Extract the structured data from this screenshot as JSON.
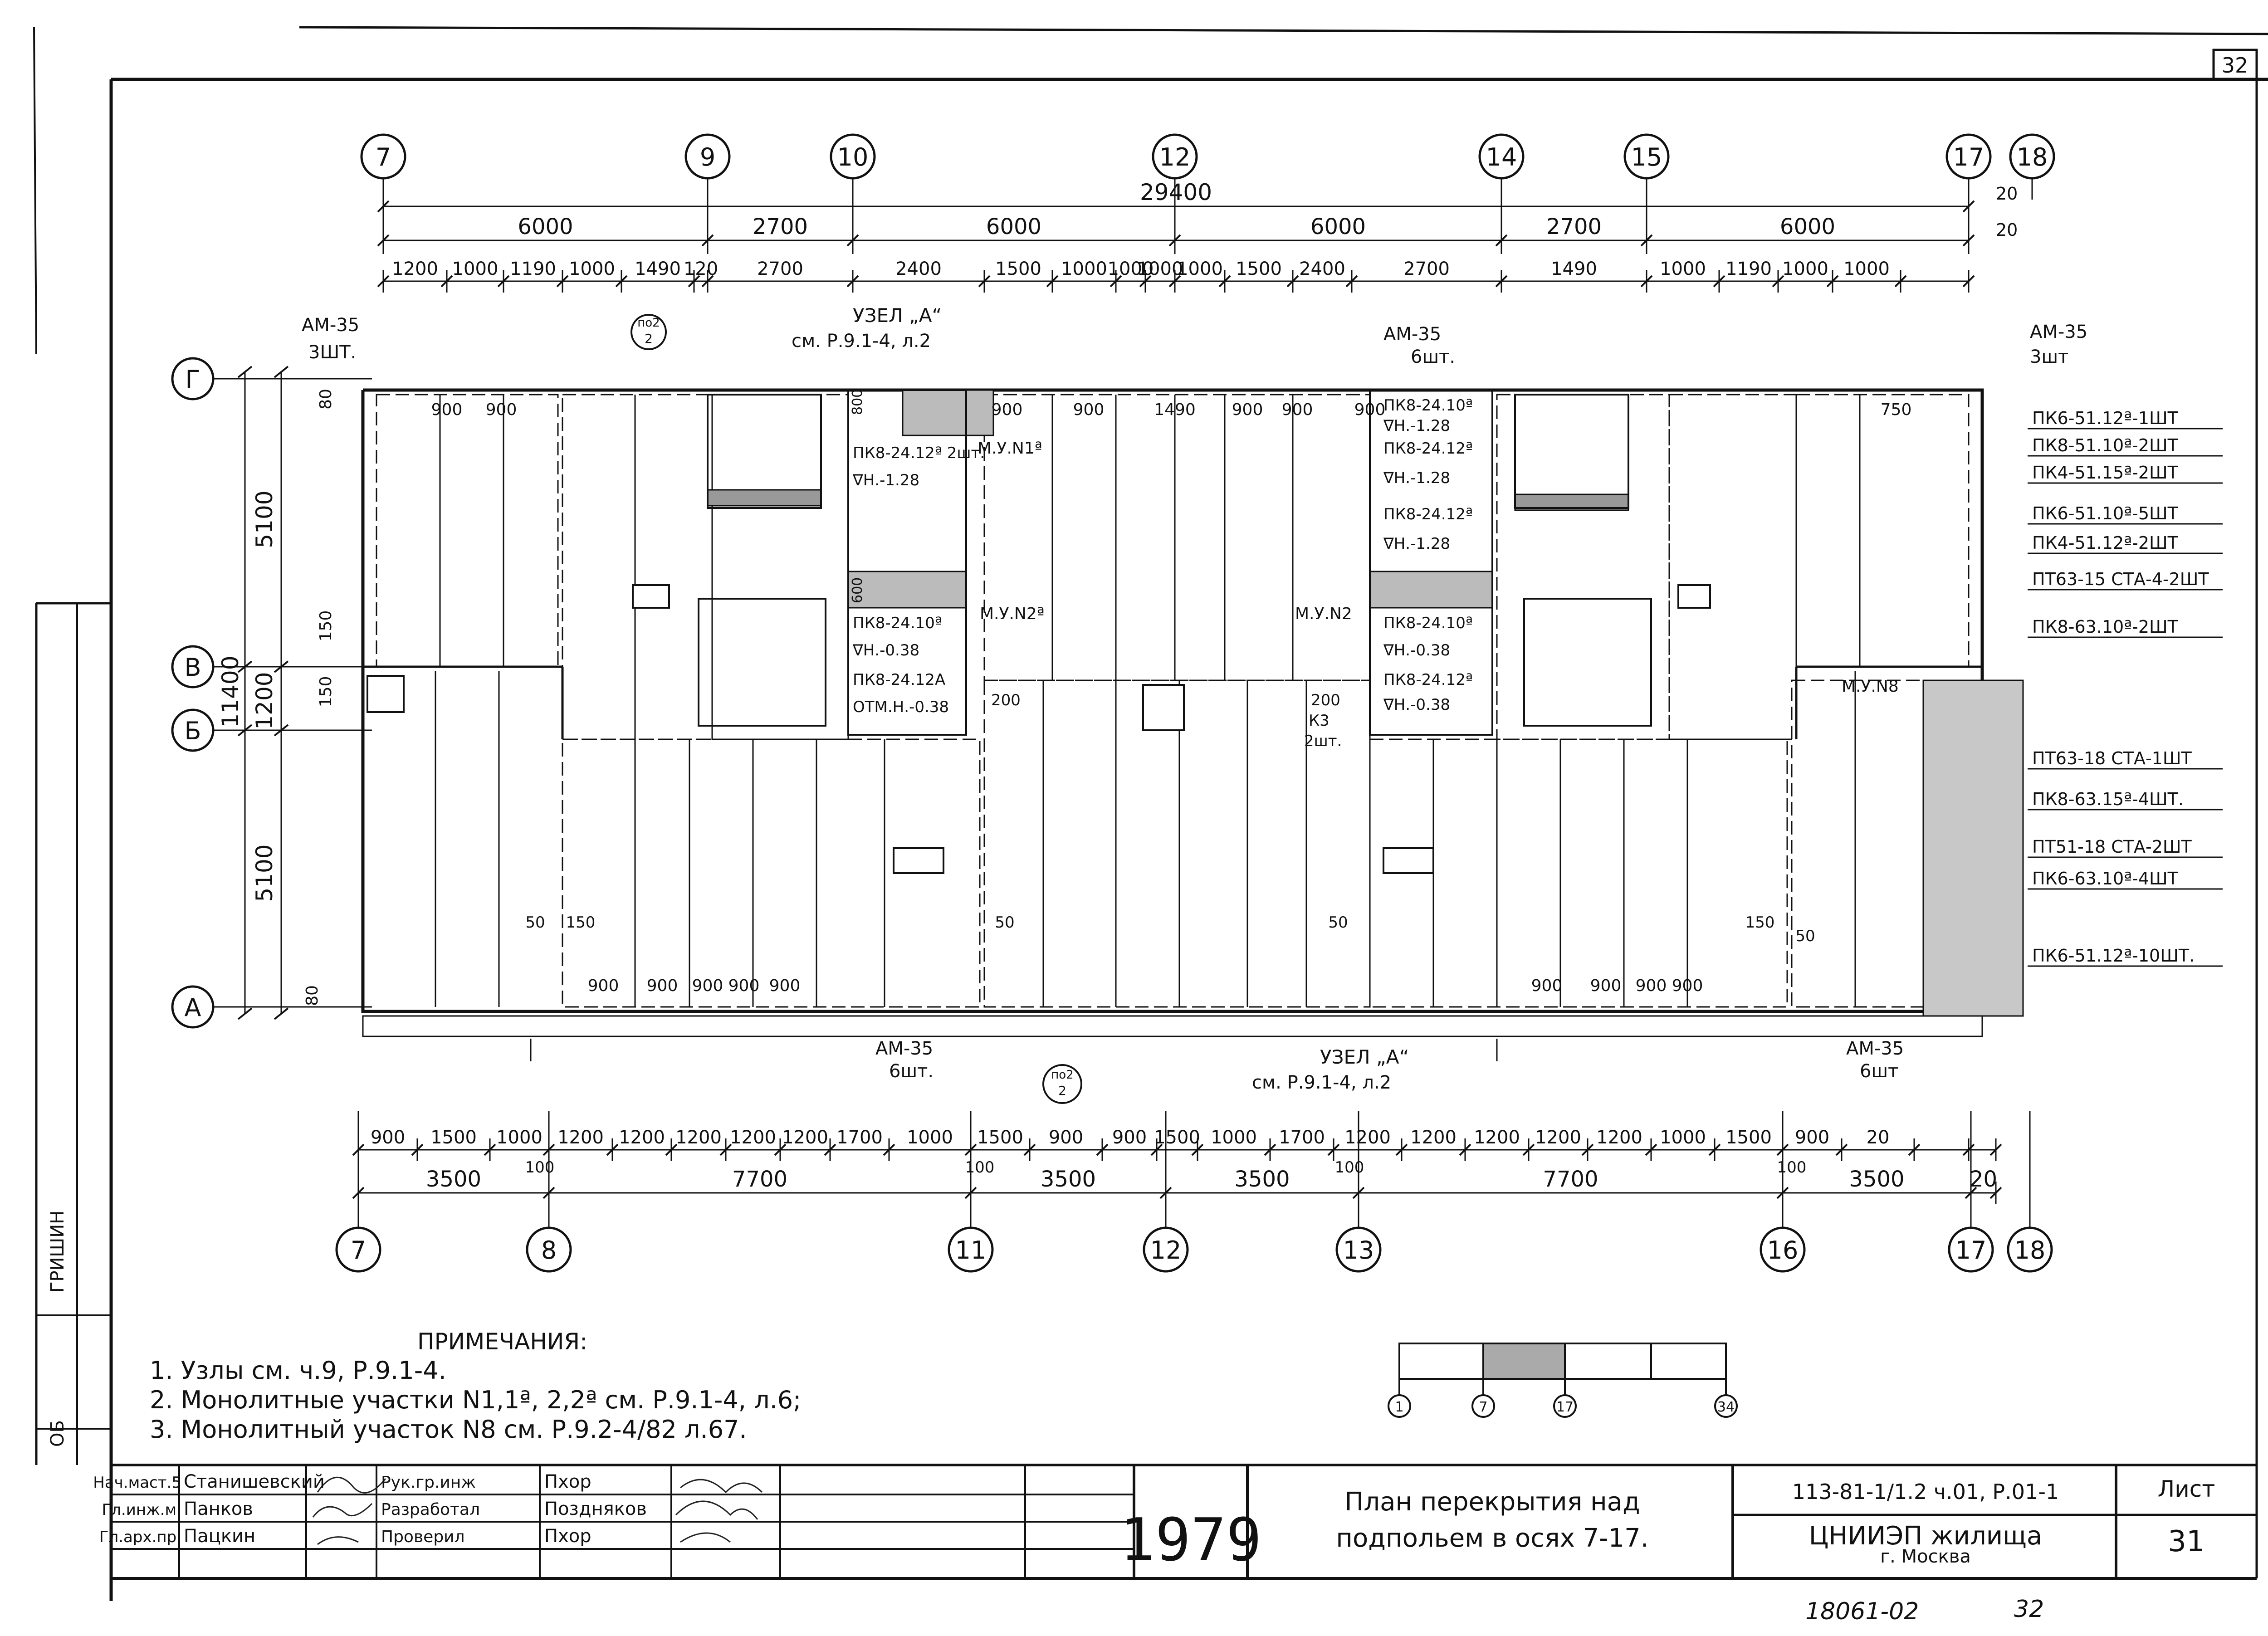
{
  "sheet_number_top": "32",
  "axes": {
    "top": [
      {
        "id": "7",
        "label": "7"
      },
      {
        "id": "9",
        "label": "9"
      },
      {
        "id": "10",
        "label": "10"
      },
      {
        "id": "12",
        "label": "12"
      },
      {
        "id": "14",
        "label": "14"
      },
      {
        "id": "15",
        "label": "15"
      },
      {
        "id": "17",
        "label": "17"
      },
      {
        "id": "18",
        "label": "18"
      }
    ],
    "bottom": [
      {
        "id": "7",
        "label": "7"
      },
      {
        "id": "8",
        "label": "8"
      },
      {
        "id": "11",
        "label": "11"
      },
      {
        "id": "12",
        "label": "12"
      },
      {
        "id": "13",
        "label": "13"
      },
      {
        "id": "16",
        "label": "16"
      },
      {
        "id": "17",
        "label": "17"
      },
      {
        "id": "18",
        "label": "18"
      }
    ],
    "rows": [
      {
        "id": "G",
        "label": "Г"
      },
      {
        "id": "V",
        "label": "В"
      },
      {
        "id": "B",
        "label": "Б"
      },
      {
        "id": "A",
        "label": "А"
      }
    ]
  },
  "dims": {
    "top_total": "29400",
    "top_row1": [
      "6000",
      "2700",
      "6000",
      "6000",
      "2700",
      "6000"
    ],
    "top_row2": [
      "1200",
      "1000",
      "1190",
      "1000",
      "1490",
      "120",
      "2700",
      "2400",
      "1500",
      "1000",
      "1000",
      "1000",
      "1000",
      "1500",
      "2400",
      "2700",
      "1490",
      "1000",
      "1190",
      "1000",
      "1000"
    ],
    "top_right_small": [
      "20",
      "20"
    ],
    "left_vertical": [
      "5100",
      "1200",
      "5100"
    ],
    "left_total": "11400",
    "left_small": [
      "80",
      "150",
      "150",
      "80"
    ],
    "bottom_row1": [
      "900",
      "1500",
      "1000",
      "1200",
      "1200",
      "1200",
      "1200",
      "1200",
      "1700",
      "1000",
      "1500",
      "900",
      "900",
      "1500",
      "1000",
      "1700",
      "1200",
      "1200",
      "1200",
      "1200",
      "1200",
      "1000",
      "1500",
      "900",
      "20"
    ],
    "bottom_row2": [
      "3500",
      "7700",
      "3500",
      "3500",
      "7700",
      "3500",
      "20"
    ],
    "bottom_small": [
      "100",
      "100",
      "100",
      "100"
    ]
  },
  "plan_labels": {
    "am35_tl": "АМ-35",
    "am35_tl_qty": "3ШТ.",
    "am35_tc": "АМ-35",
    "am35_tc_qty": "6шт.",
    "am35_tr": "АМ-35",
    "am35_tr_qty": "3шт",
    "am35_bl": "АМ-35",
    "am35_bl_qty": "6шт.",
    "am35_br": "АМ-35",
    "am35_br_qty": "6шт",
    "uzel_top": "УЗЕЛ „А“",
    "uzel_top_ref": "см. Р.9.1-4, л.2",
    "uzel_bot": "УЗЕЛ „А“",
    "uzel_bot_ref": "см. Р.9.1-4, л.2",
    "no2_top": "по2",
    "no2_top_sub": "2",
    "no2_bot": "по2",
    "no2_bot_sub": "2",
    "muy1a": "М.У.N1ª",
    "muy2a": "М.У.N2ª",
    "muy2": "М.У.N2",
    "muy8": "М.У.N8",
    "k3": "К3",
    "k3_qty": "2шт.",
    "k3_top": "200",
    "small_200": "200",
    "stair_l": [
      "ПК8-24.12ª 2шт.",
      "∇Н.-1.28",
      "ПК8-24.10ª",
      "∇Н.-0.38",
      "ПК8-24.12А",
      "ОТМ.Н.-0.38"
    ],
    "stair_r": [
      "ПК8-24.10ª",
      "∇Н.-1.28",
      "ПК8-24.12ª",
      "∇Н.-1.28",
      "ПК8-24.12ª",
      "∇Н.-1.28",
      "ПК8-24.10ª",
      "∇Н.-0.38",
      "ПК8-24.12ª",
      "∇Н.-0.38"
    ],
    "mono_800": "800",
    "mono_600": "600",
    "top_900s": [
      "900",
      "900",
      "900",
      "900",
      "1490",
      "900",
      "900",
      "900",
      "750"
    ],
    "bottom_900s": [
      "900",
      "900",
      "900",
      "900",
      "900",
      "900",
      "900",
      "900",
      "900"
    ],
    "small_50": [
      "50",
      "150",
      "50",
      "50",
      "150",
      "50"
    ]
  },
  "schedule": [
    "ПК6-51.12ª-1ШТ",
    "ПК8-51.10ª-2ШТ",
    "ПК4-51.15ª-2ШТ",
    "ПК6-51.10ª-5ШТ",
    "ПК4-51.12ª-2ШТ",
    "ПТ63-15 СТА-4-2ШТ",
    "ПК8-63.10ª-2ШТ",
    "ПТ63-18 СТА-1ШТ",
    "ПК8-63.15ª-4ШТ.",
    "ПТ51-18 СТА-2ШТ",
    "ПК6-63.10ª-4ШТ",
    "ПК6-51.12ª-10ШТ."
  ],
  "notes": {
    "title": "ПРИМЕЧАНИЯ:",
    "items": [
      "1. Узлы см. ч.9, Р.9.1-4.",
      "2. Монолитные участки N1,1ª, 2,2ª см. Р.9.1-4, л.6;",
      "3. Монолитный участок N8 см. Р.9.2-4/82 л.67."
    ]
  },
  "key_plan": {
    "labels": [
      "1",
      "7",
      "17",
      "34"
    ]
  },
  "title_block": {
    "roles": [
      "Нач.маст.5",
      "Гл.инж.м.",
      "Гл.арх.пр."
    ],
    "names": [
      "Станишевский",
      "Панков",
      "Пацкин"
    ],
    "roles2": [
      "Рук.гр.инж",
      "Разработал",
      "Проверил"
    ],
    "names2": [
      "Пхор",
      "Поздняков",
      "Пхор"
    ],
    "year": "1979",
    "title_line1": "План перекрытия над",
    "title_line2": "подпольем в осях 7-17.",
    "doc_code": "113-81-1/1.2 ч.01, Р.01-1",
    "org": "ЦНИИЭП жилища",
    "city": "г. Москва",
    "sheet_label": "Лист",
    "sheet_no": "31"
  },
  "left_strip": {
    "text1": "ОБ",
    "text2": "ГРИШИН"
  },
  "footer_note": "18061-02",
  "footer_num": "32"
}
